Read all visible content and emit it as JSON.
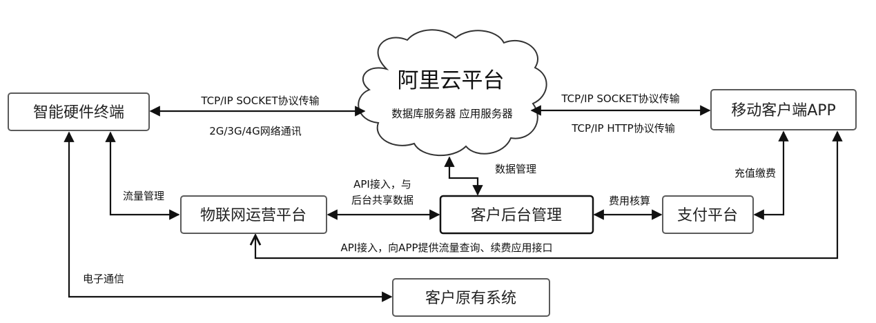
{
  "cloud": {
    "title": "阿里云平台",
    "subtitle": "数据库服务器 应用服务器"
  },
  "nodes": {
    "hardware_terminal": "智能硬件终端",
    "mobile_app": "移动客户端APP",
    "iot_platform": "物联网运营平台",
    "customer_backend": "客户后台管理",
    "payment_platform": "支付平台",
    "legacy_system": "客户原有系统"
  },
  "edge_labels": {
    "terminal_cloud_top": "TCP/IP SOCKET协议传输",
    "terminal_cloud_bottom": "2G/3G/4G网络通讯",
    "cloud_app_top": "TCP/IP SOCKET协议传输",
    "cloud_app_bottom": "TCP/IP HTTP协议传输",
    "data_management": "数据管理",
    "traffic_management": "流量管理",
    "api_access_line1": "API接入，与",
    "api_access_line2": "后台共享数据",
    "fee_accounting": "费用核算",
    "recharge_payment": "充值缴费",
    "api_app_interface": "API接入，向APP提供流量查询、续费应用接口",
    "electronic_communication": "电子通信"
  }
}
